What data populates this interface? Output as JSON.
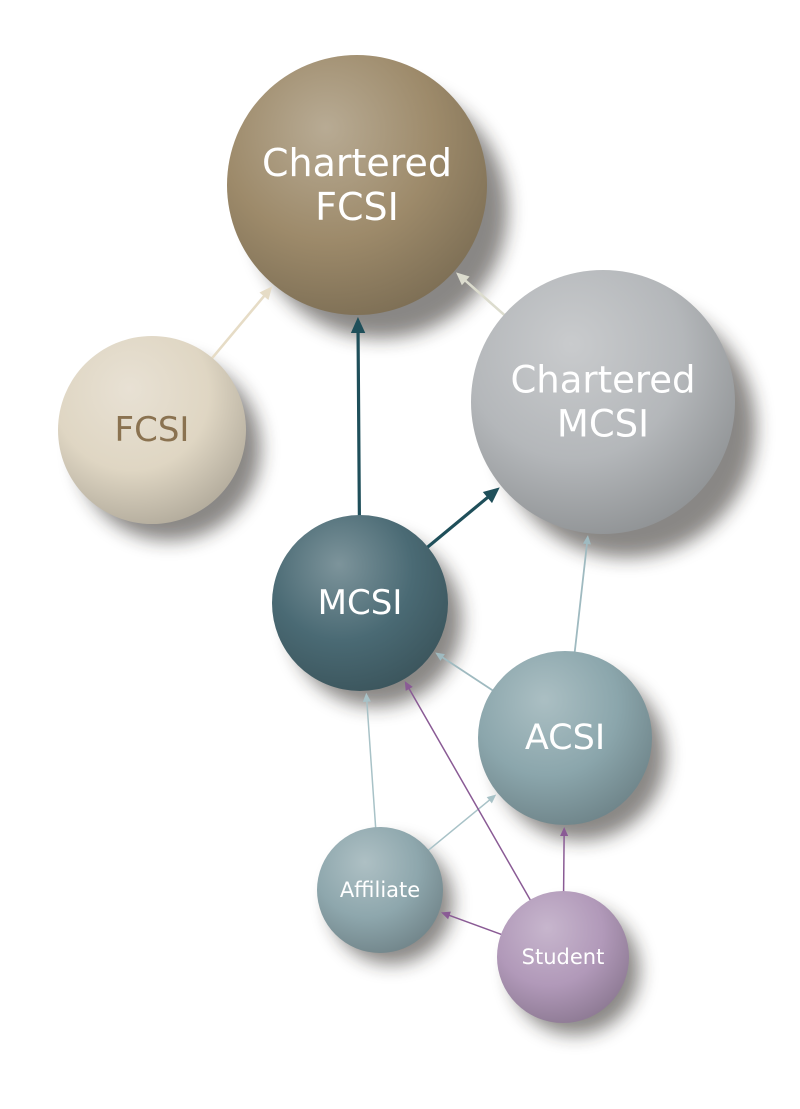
{
  "diagram": {
    "nodes": [
      {
        "id": "chartered-fcsi",
        "lines": [
          "Chartered",
          "FCSI"
        ],
        "fill": "#9d8a6a",
        "text_color": "#ffffff"
      },
      {
        "id": "fcsi",
        "lines": [
          "FCSI"
        ],
        "fill": "#dfd6c3",
        "text_color": "#8a7250"
      },
      {
        "id": "chartered-mcsi",
        "lines": [
          "Chartered",
          "MCSI"
        ],
        "fill": "#b4b7ba",
        "text_color": "#ffffff"
      },
      {
        "id": "mcsi",
        "lines": [
          "MCSI"
        ],
        "fill": "#4a6a74",
        "text_color": "#ffffff"
      },
      {
        "id": "acsi",
        "lines": [
          "ACSI"
        ],
        "fill": "#8ba6ac",
        "text_color": "#ffffff"
      },
      {
        "id": "affiliate",
        "lines": [
          "Affiliate"
        ],
        "fill": "#8ea7ad",
        "text_color": "#ffffff"
      },
      {
        "id": "student",
        "lines": [
          "Student"
        ],
        "fill": "#b199b9",
        "text_color": "#ffffff"
      }
    ],
    "edges": [
      {
        "from": "fcsi",
        "to": "chartered-fcsi",
        "color": "#e6dcc6"
      },
      {
        "from": "chartered-mcsi",
        "to": "chartered-fcsi",
        "color": "#dcdcce"
      },
      {
        "from": "mcsi",
        "to": "chartered-fcsi",
        "color": "#1f4f5a"
      },
      {
        "from": "mcsi",
        "to": "chartered-mcsi",
        "color": "#1f4f5a"
      },
      {
        "from": "acsi",
        "to": "chartered-mcsi",
        "color": "#9fbac0"
      },
      {
        "from": "acsi",
        "to": "mcsi",
        "color": "#9fbac0"
      },
      {
        "from": "affiliate",
        "to": "mcsi",
        "color": "#a8c2c7"
      },
      {
        "from": "affiliate",
        "to": "acsi",
        "color": "#a8c2c7"
      },
      {
        "from": "student",
        "to": "mcsi",
        "color": "#8a5b95"
      },
      {
        "from": "student",
        "to": "acsi",
        "color": "#8a5b95"
      },
      {
        "from": "student",
        "to": "affiliate",
        "color": "#8a5b95"
      }
    ]
  }
}
